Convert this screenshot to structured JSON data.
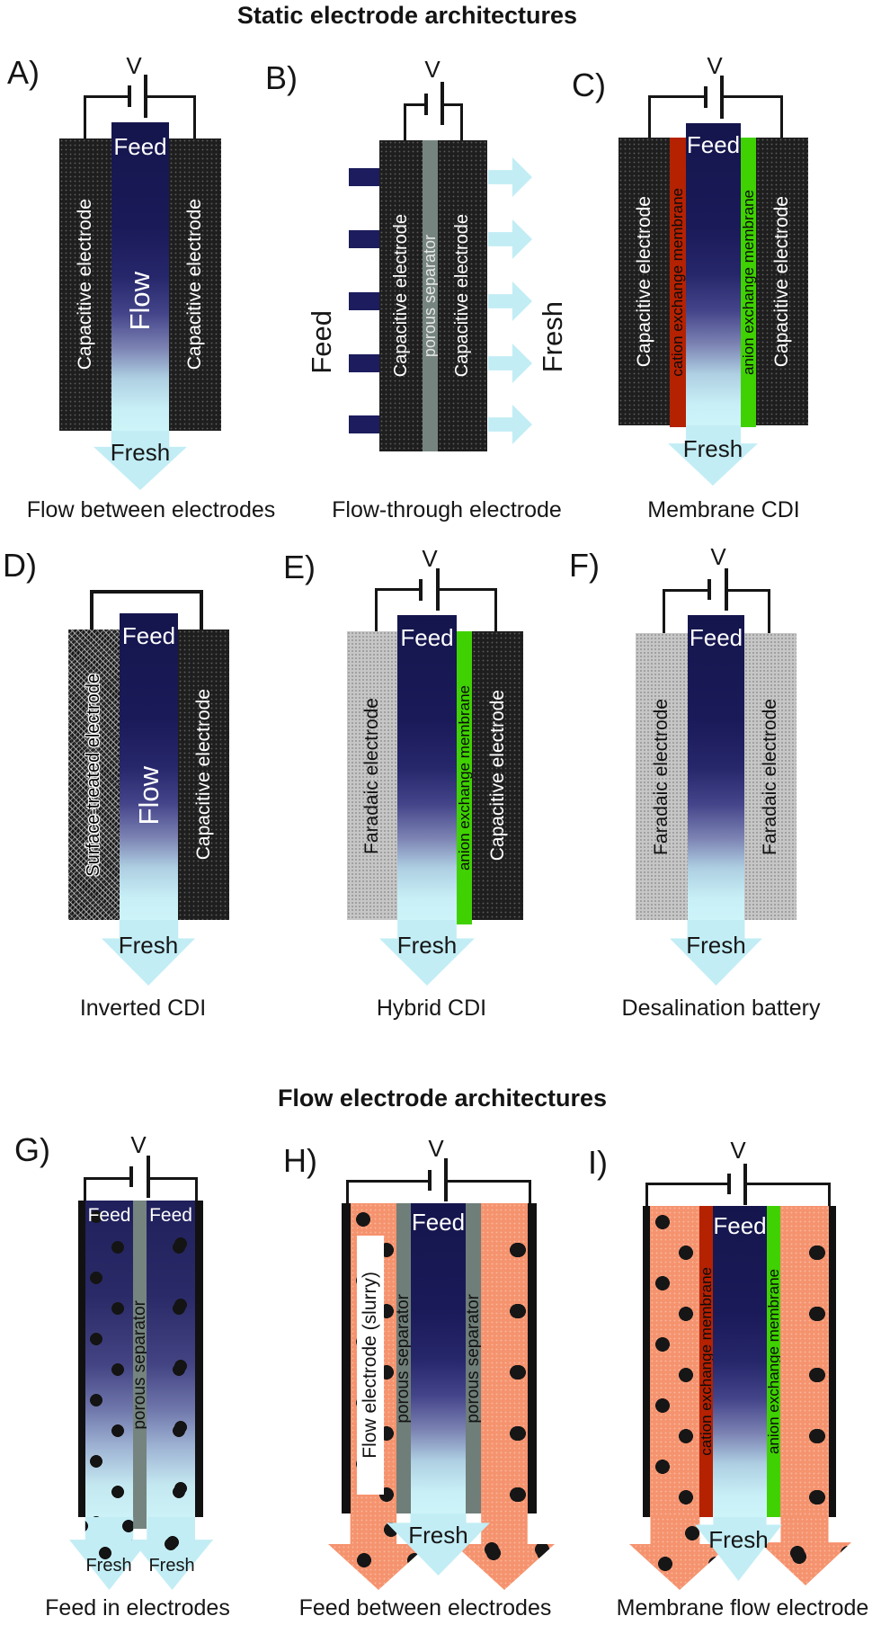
{
  "figure": {
    "title_static": "Static electrode architectures",
    "title_flow": "Flow electrode architectures"
  },
  "colors": {
    "electrode_black": "#1e1e1e",
    "faradaic_gray": "#c6c6c6",
    "separator_gray": "#75847f",
    "cation_membrane_red": "#b42202",
    "anion_membrane_green": "#40d102",
    "feed_navy": "#1c1c5e",
    "fresh_cyan": "#c2edf5",
    "slurry_orange": "#f5936e",
    "particle_black": "#161616"
  },
  "panels": {
    "a": {
      "letter": "A)",
      "v": "V",
      "feed": "Feed",
      "flow": "Flow",
      "fresh": "Fresh",
      "electrode_left": "Capacitive electrode",
      "electrode_right": "Capacitive electrode",
      "caption": "Flow between electrodes"
    },
    "b": {
      "letter": "B)",
      "v": "V",
      "feed": "Feed",
      "fresh": "Fresh",
      "electrode_left": "Capacitive electrode",
      "separator": "porous separator",
      "electrode_right": "Capacitive electrode",
      "caption": "Flow-through electrode"
    },
    "c": {
      "letter": "C)",
      "v": "V",
      "feed": "Feed",
      "fresh": "Fresh",
      "electrode_left": "Capacitive electrode",
      "membrane_left": "cation exchange membrane",
      "membrane_right": "anion exchange membrane",
      "electrode_right": "Capacitive electrode",
      "caption": "Membrane CDI"
    },
    "d": {
      "letter": "D)",
      "feed": "Feed",
      "flow": "Flow",
      "fresh": "Fresh",
      "electrode_left": "Surface-treated electrode",
      "electrode_right": "Capacitive electrode",
      "caption": "Inverted CDI"
    },
    "e": {
      "letter": "E)",
      "v": "V",
      "feed": "Feed",
      "fresh": "Fresh",
      "electrode_left": "Faradaic electrode",
      "membrane": "anion exchange membrane",
      "electrode_right": "Capacitive electrode",
      "caption": "Hybrid CDI"
    },
    "f": {
      "letter": "F)",
      "v": "V",
      "feed": "Feed",
      "fresh": "Fresh",
      "electrode_left": "Faradaic electrode",
      "electrode_right": "Faradaic electrode",
      "caption": "Desalination battery"
    },
    "g": {
      "letter": "G)",
      "v": "V",
      "feed_left": "Feed",
      "feed_right": "Feed",
      "separator": "porous separator",
      "fresh_left": "Fresh",
      "fresh_right": "Fresh",
      "caption": "Feed in electrodes"
    },
    "h": {
      "letter": "H)",
      "v": "V",
      "feed": "Feed",
      "fresh": "Fresh",
      "slurry_label": "Flow electrode (slurry)",
      "separator_left": "porous separator",
      "separator_right": "porous separator",
      "caption": "Feed between electrodes"
    },
    "i": {
      "letter": "I)",
      "v": "V",
      "feed": "Feed",
      "fresh": "Fresh",
      "membrane_left": "cation exchange membrane",
      "membrane_right": "anion exchange membrane",
      "caption": "Membrane flow electrode"
    }
  }
}
